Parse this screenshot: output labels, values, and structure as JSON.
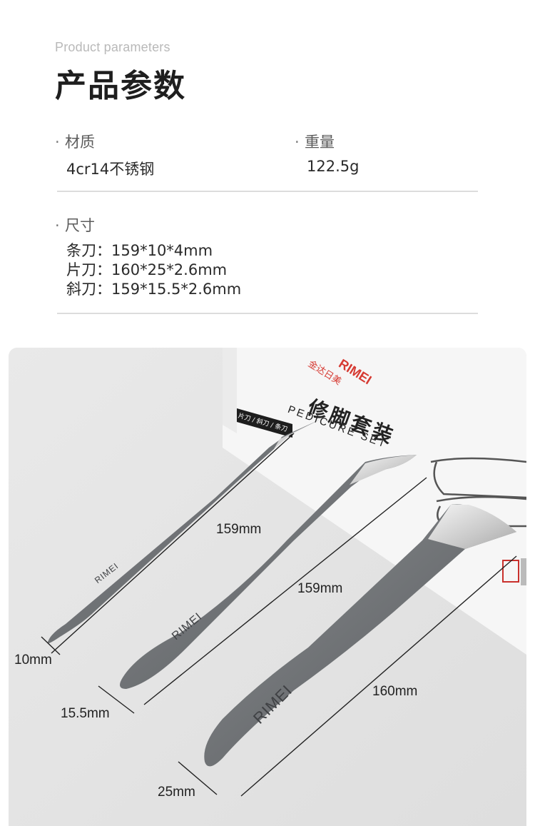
{
  "header": {
    "eyebrow": "Product parameters",
    "title": "产品参数"
  },
  "params": {
    "material": {
      "label": "材质",
      "value": "4cr14不锈钢"
    },
    "weight": {
      "label": "重量",
      "value": "122.5g"
    },
    "size": {
      "label": "尺寸",
      "lines": [
        "条刀：159*10*4mm",
        "片刀：160*25*2.6mm",
        "斜刀：159*15.5*2.6mm"
      ]
    }
  },
  "photo": {
    "box_brand": "RIMEI",
    "box_brand_cn": "金达日美",
    "box_title_cn": "修脚套装",
    "box_title_en": "PEDICURE SET",
    "box_tags": "片刀 / 斜刀 / 条刀",
    "tool_brand": "RIMEI",
    "dimensions": {
      "tool1_length": "159mm",
      "tool1_width": "10mm",
      "tool2_length": "159mm",
      "tool2_width": "15.5mm",
      "tool3_length": "160mm",
      "tool3_width": "25mm"
    }
  }
}
